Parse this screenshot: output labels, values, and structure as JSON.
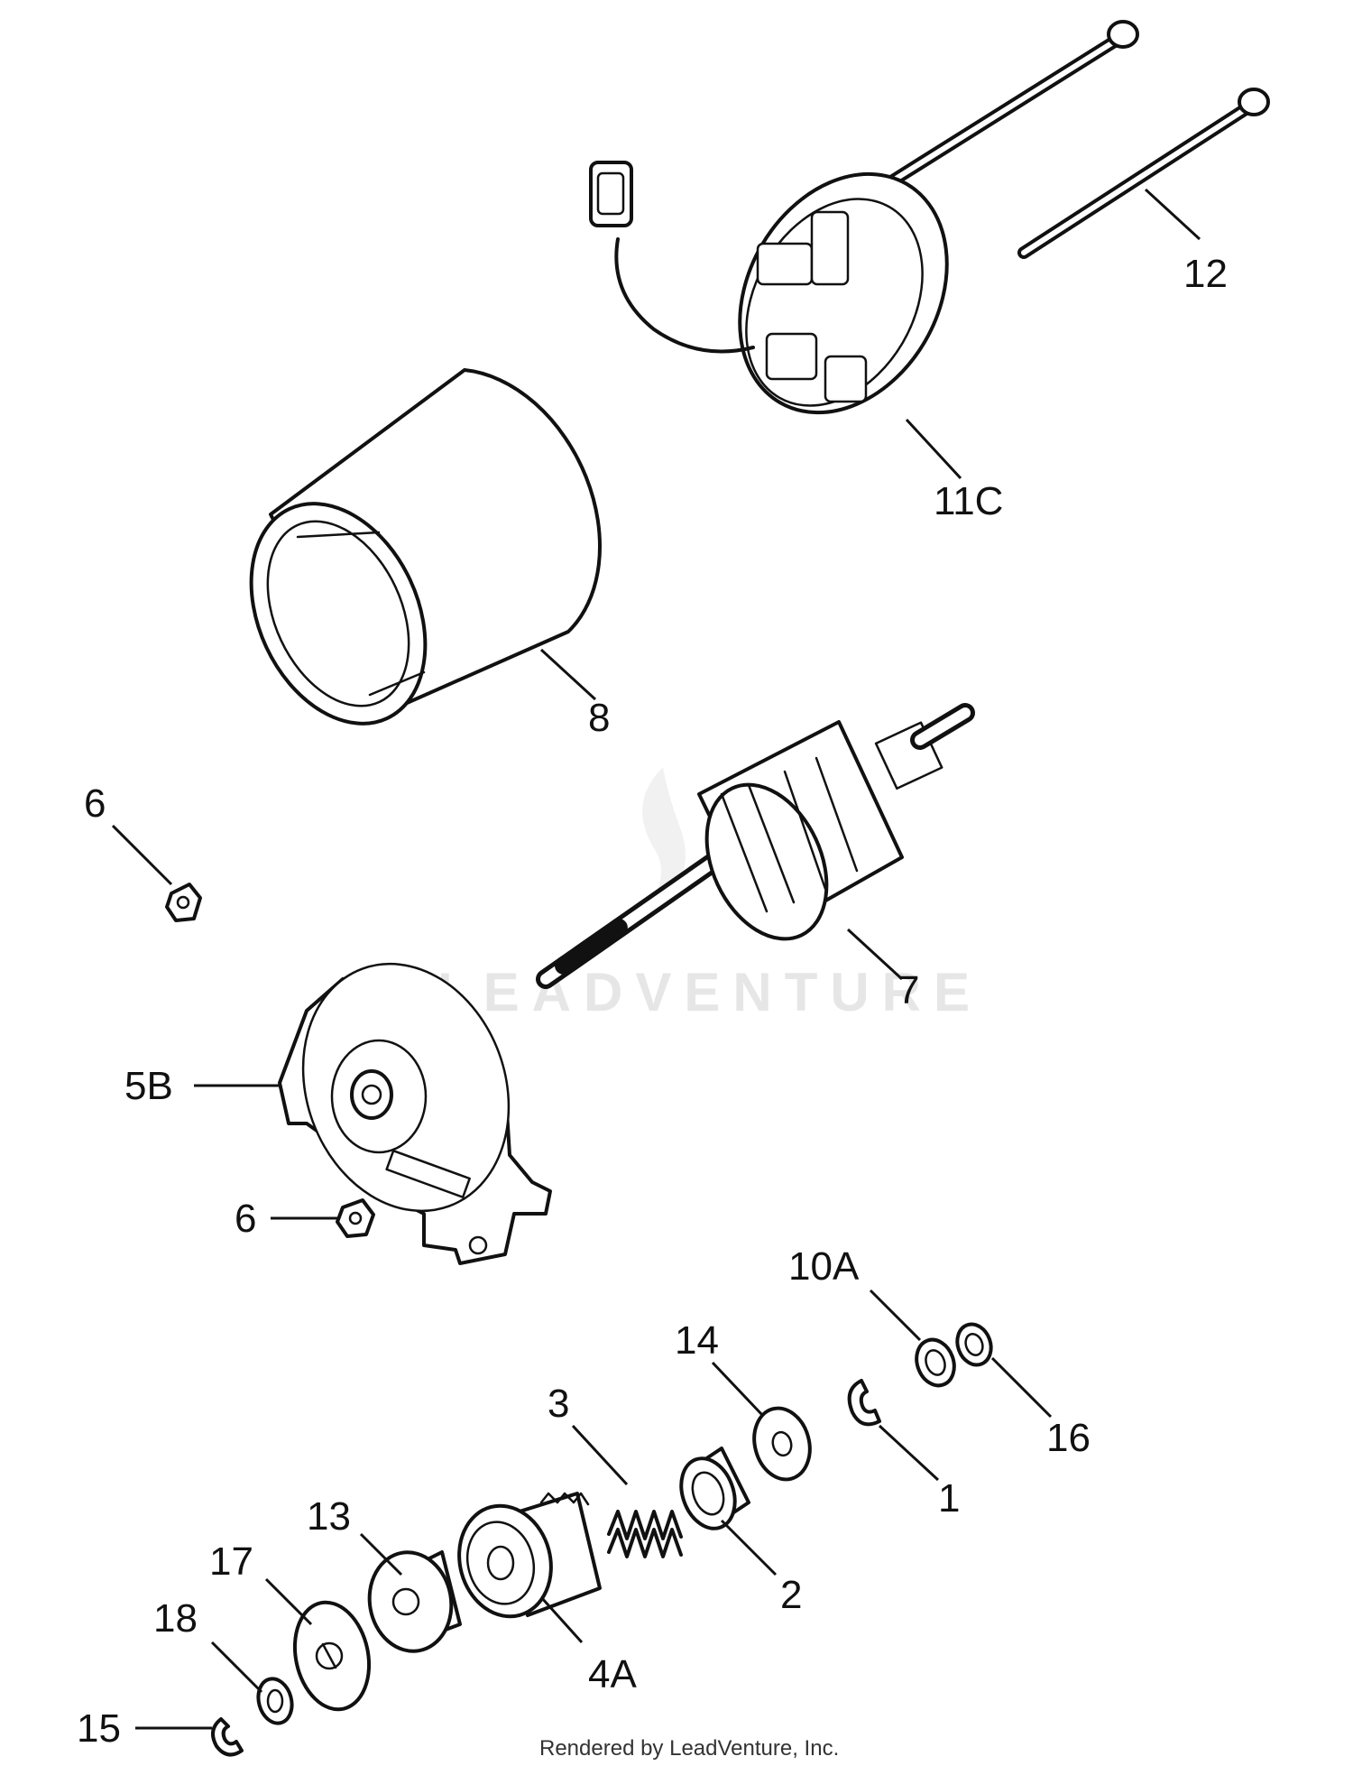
{
  "labels": {
    "p12": "12",
    "p11c": "11C",
    "p8": "8",
    "p6a": "6",
    "p7": "7",
    "p5b": "5B",
    "p6b": "6",
    "p10a": "10A",
    "p14": "14",
    "p16": "16",
    "p3": "3",
    "p1": "1",
    "p2": "2",
    "p13": "13",
    "p17": "17",
    "p4a": "4A",
    "p18": "18",
    "p15": "15"
  },
  "watermark": "LEADVENTURE",
  "credit": "Rendered by LeadVenture, Inc."
}
